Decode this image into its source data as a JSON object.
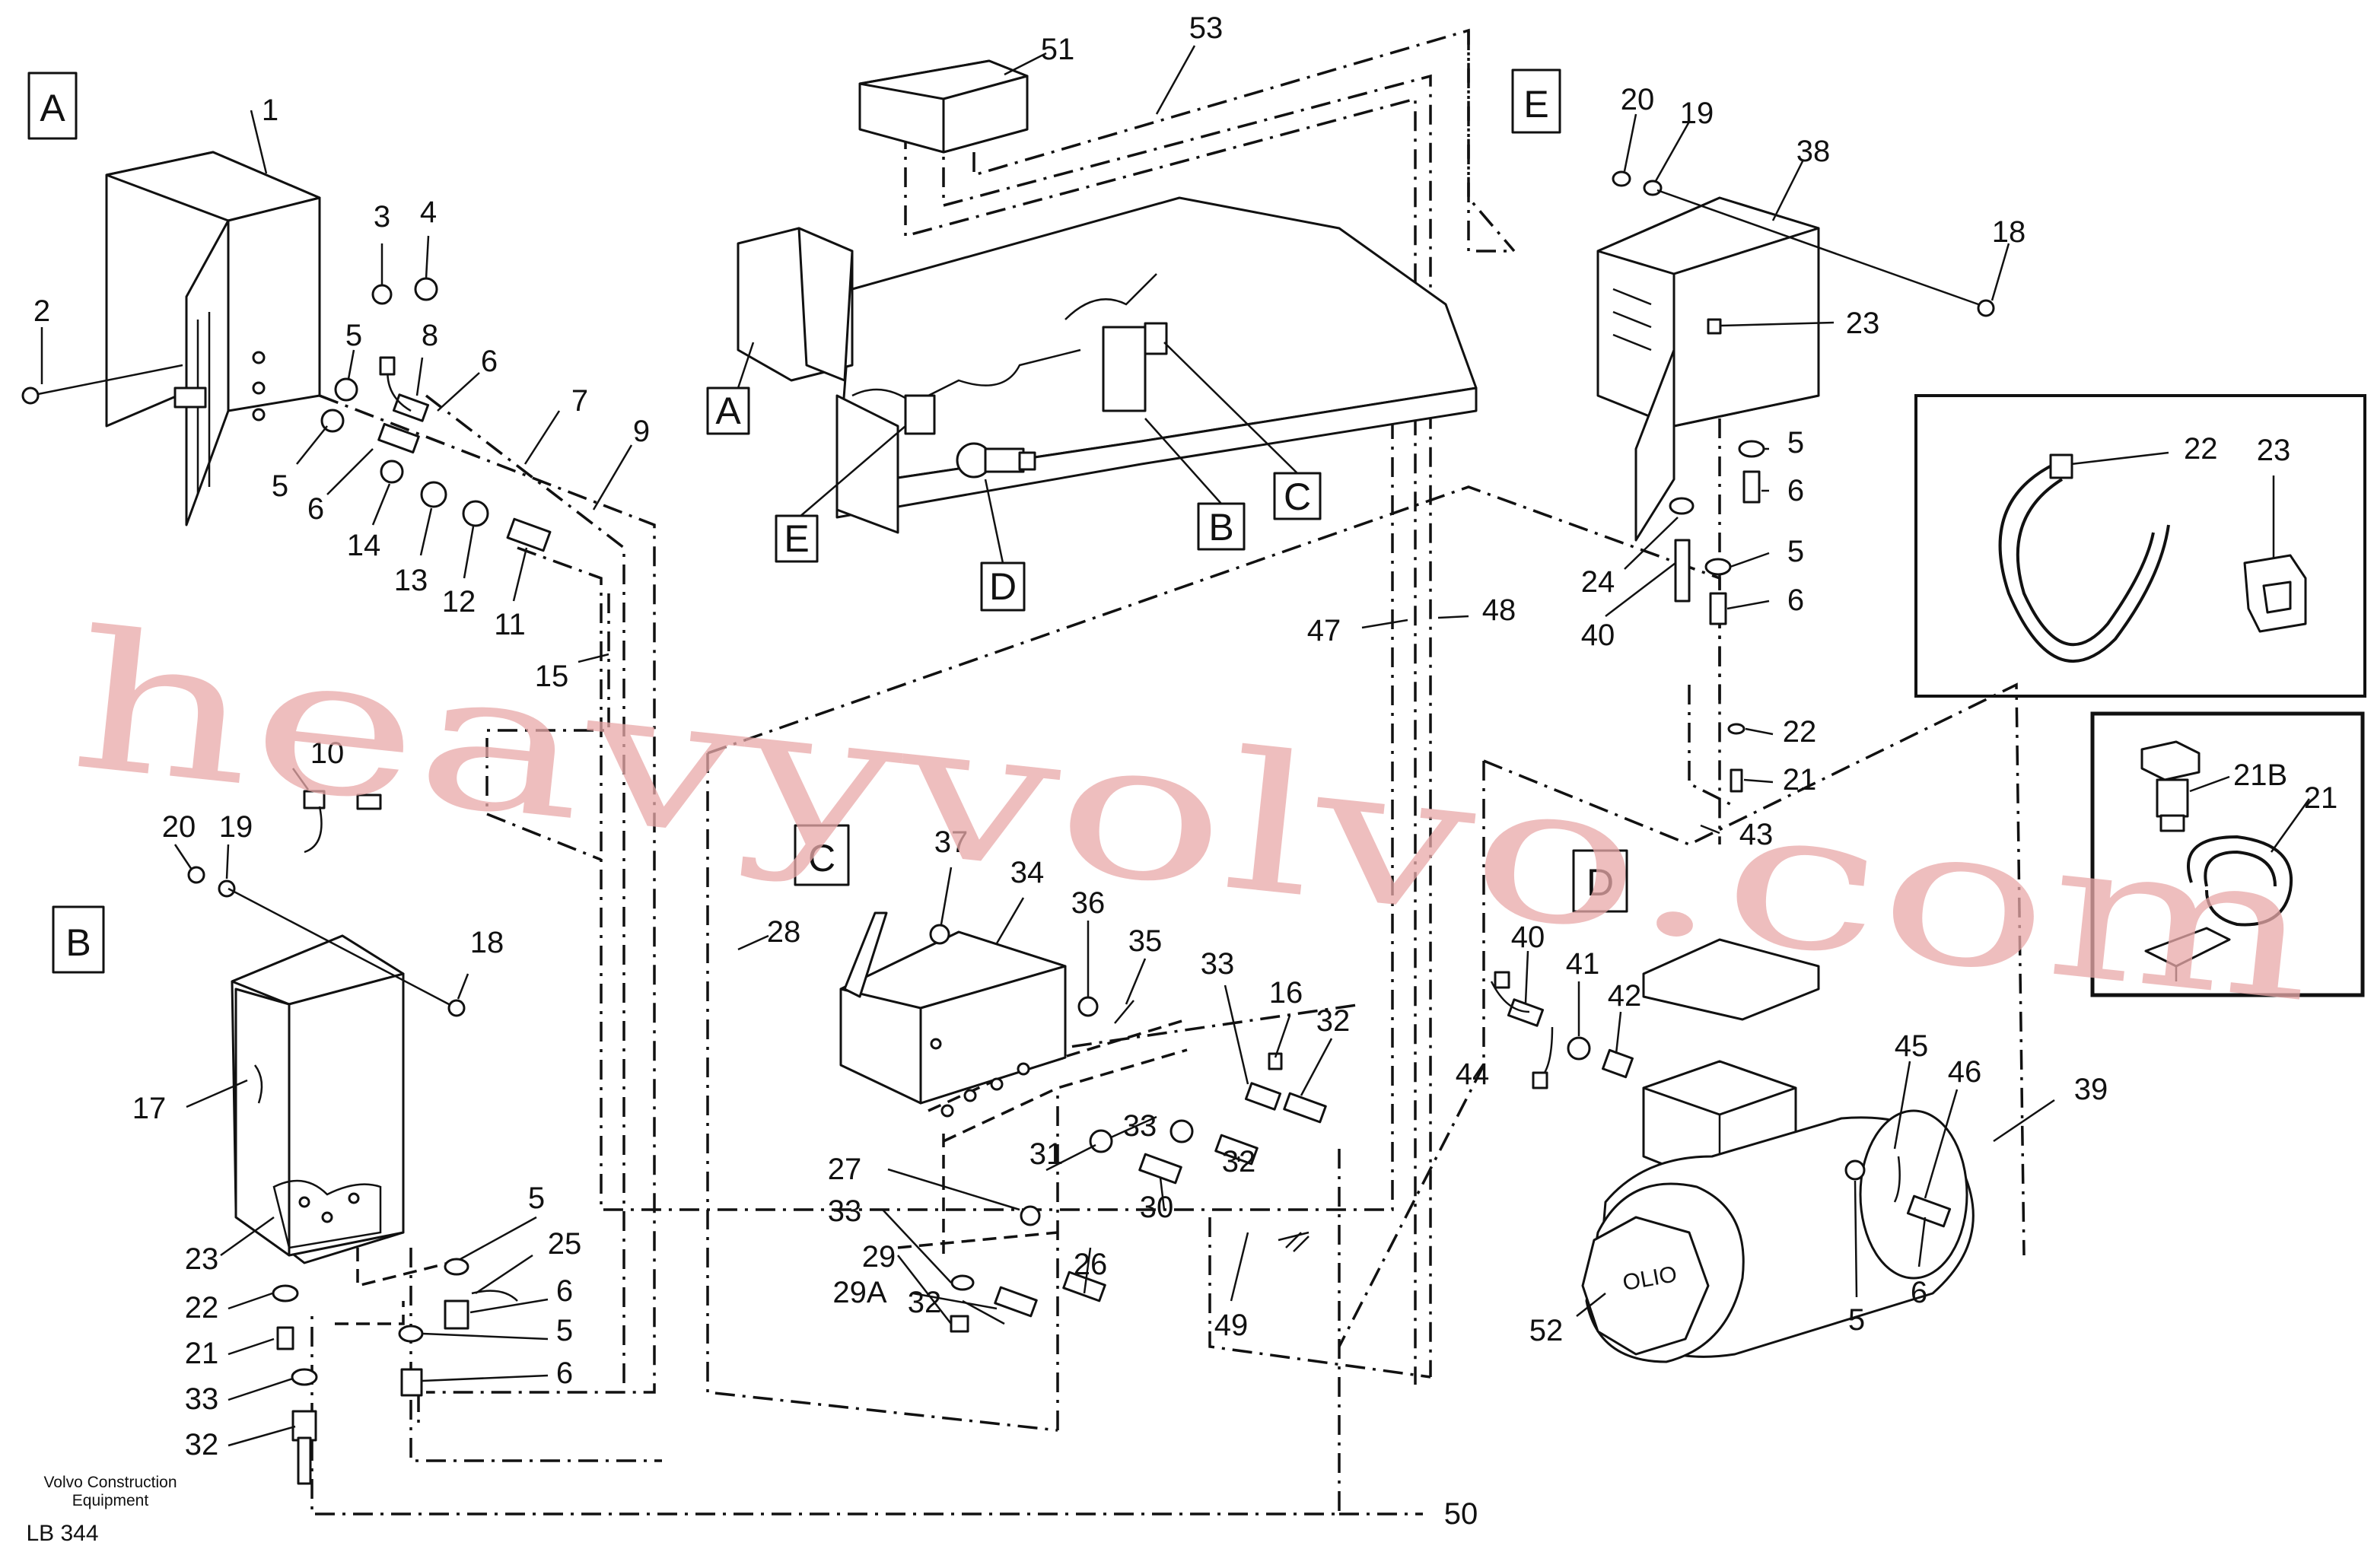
{
  "diagram": {
    "section_labels": [
      "A",
      "B",
      "C",
      "D",
      "E"
    ],
    "overview_callouts": [
      "A",
      "E",
      "D",
      "B",
      "C"
    ],
    "part_numbers": {
      "n1": "1",
      "n2": "2",
      "n3": "3",
      "n4": "4",
      "n5": "5",
      "n6": "6",
      "n7": "7",
      "n8": "8",
      "n9": "9",
      "n10": "10",
      "n11": "11",
      "n12": "12",
      "n13": "13",
      "n14": "14",
      "n15": "15",
      "n16": "16",
      "n17": "17",
      "n18": "18",
      "n19": "19",
      "n20": "20",
      "n21": "21",
      "n21b": "21B",
      "n22": "22",
      "n23": "23",
      "n24": "24",
      "n25": "25",
      "n26": "26",
      "n27": "27",
      "n28": "28",
      "n29": "29",
      "n29a": "29A",
      "n30": "30",
      "n31": "31",
      "n32": "32",
      "n33": "33",
      "n34": "34",
      "n35": "35",
      "n36": "36",
      "n37": "37",
      "n38": "38",
      "n39": "39",
      "n40": "40",
      "n41": "41",
      "n42": "42",
      "n43": "43",
      "n44": "44",
      "n45": "45",
      "n46": "46",
      "n47": "47",
      "n48": "48",
      "n49": "49",
      "n50": "50",
      "n51": "51",
      "n52": "52",
      "n53": "53"
    },
    "motor_plate_text": "OLIO",
    "watermark": "heavyvolvo.com",
    "footer": {
      "company_line1": "Volvo Construction",
      "company_line2": "Equipment",
      "drawing_code": "LB 344"
    }
  }
}
